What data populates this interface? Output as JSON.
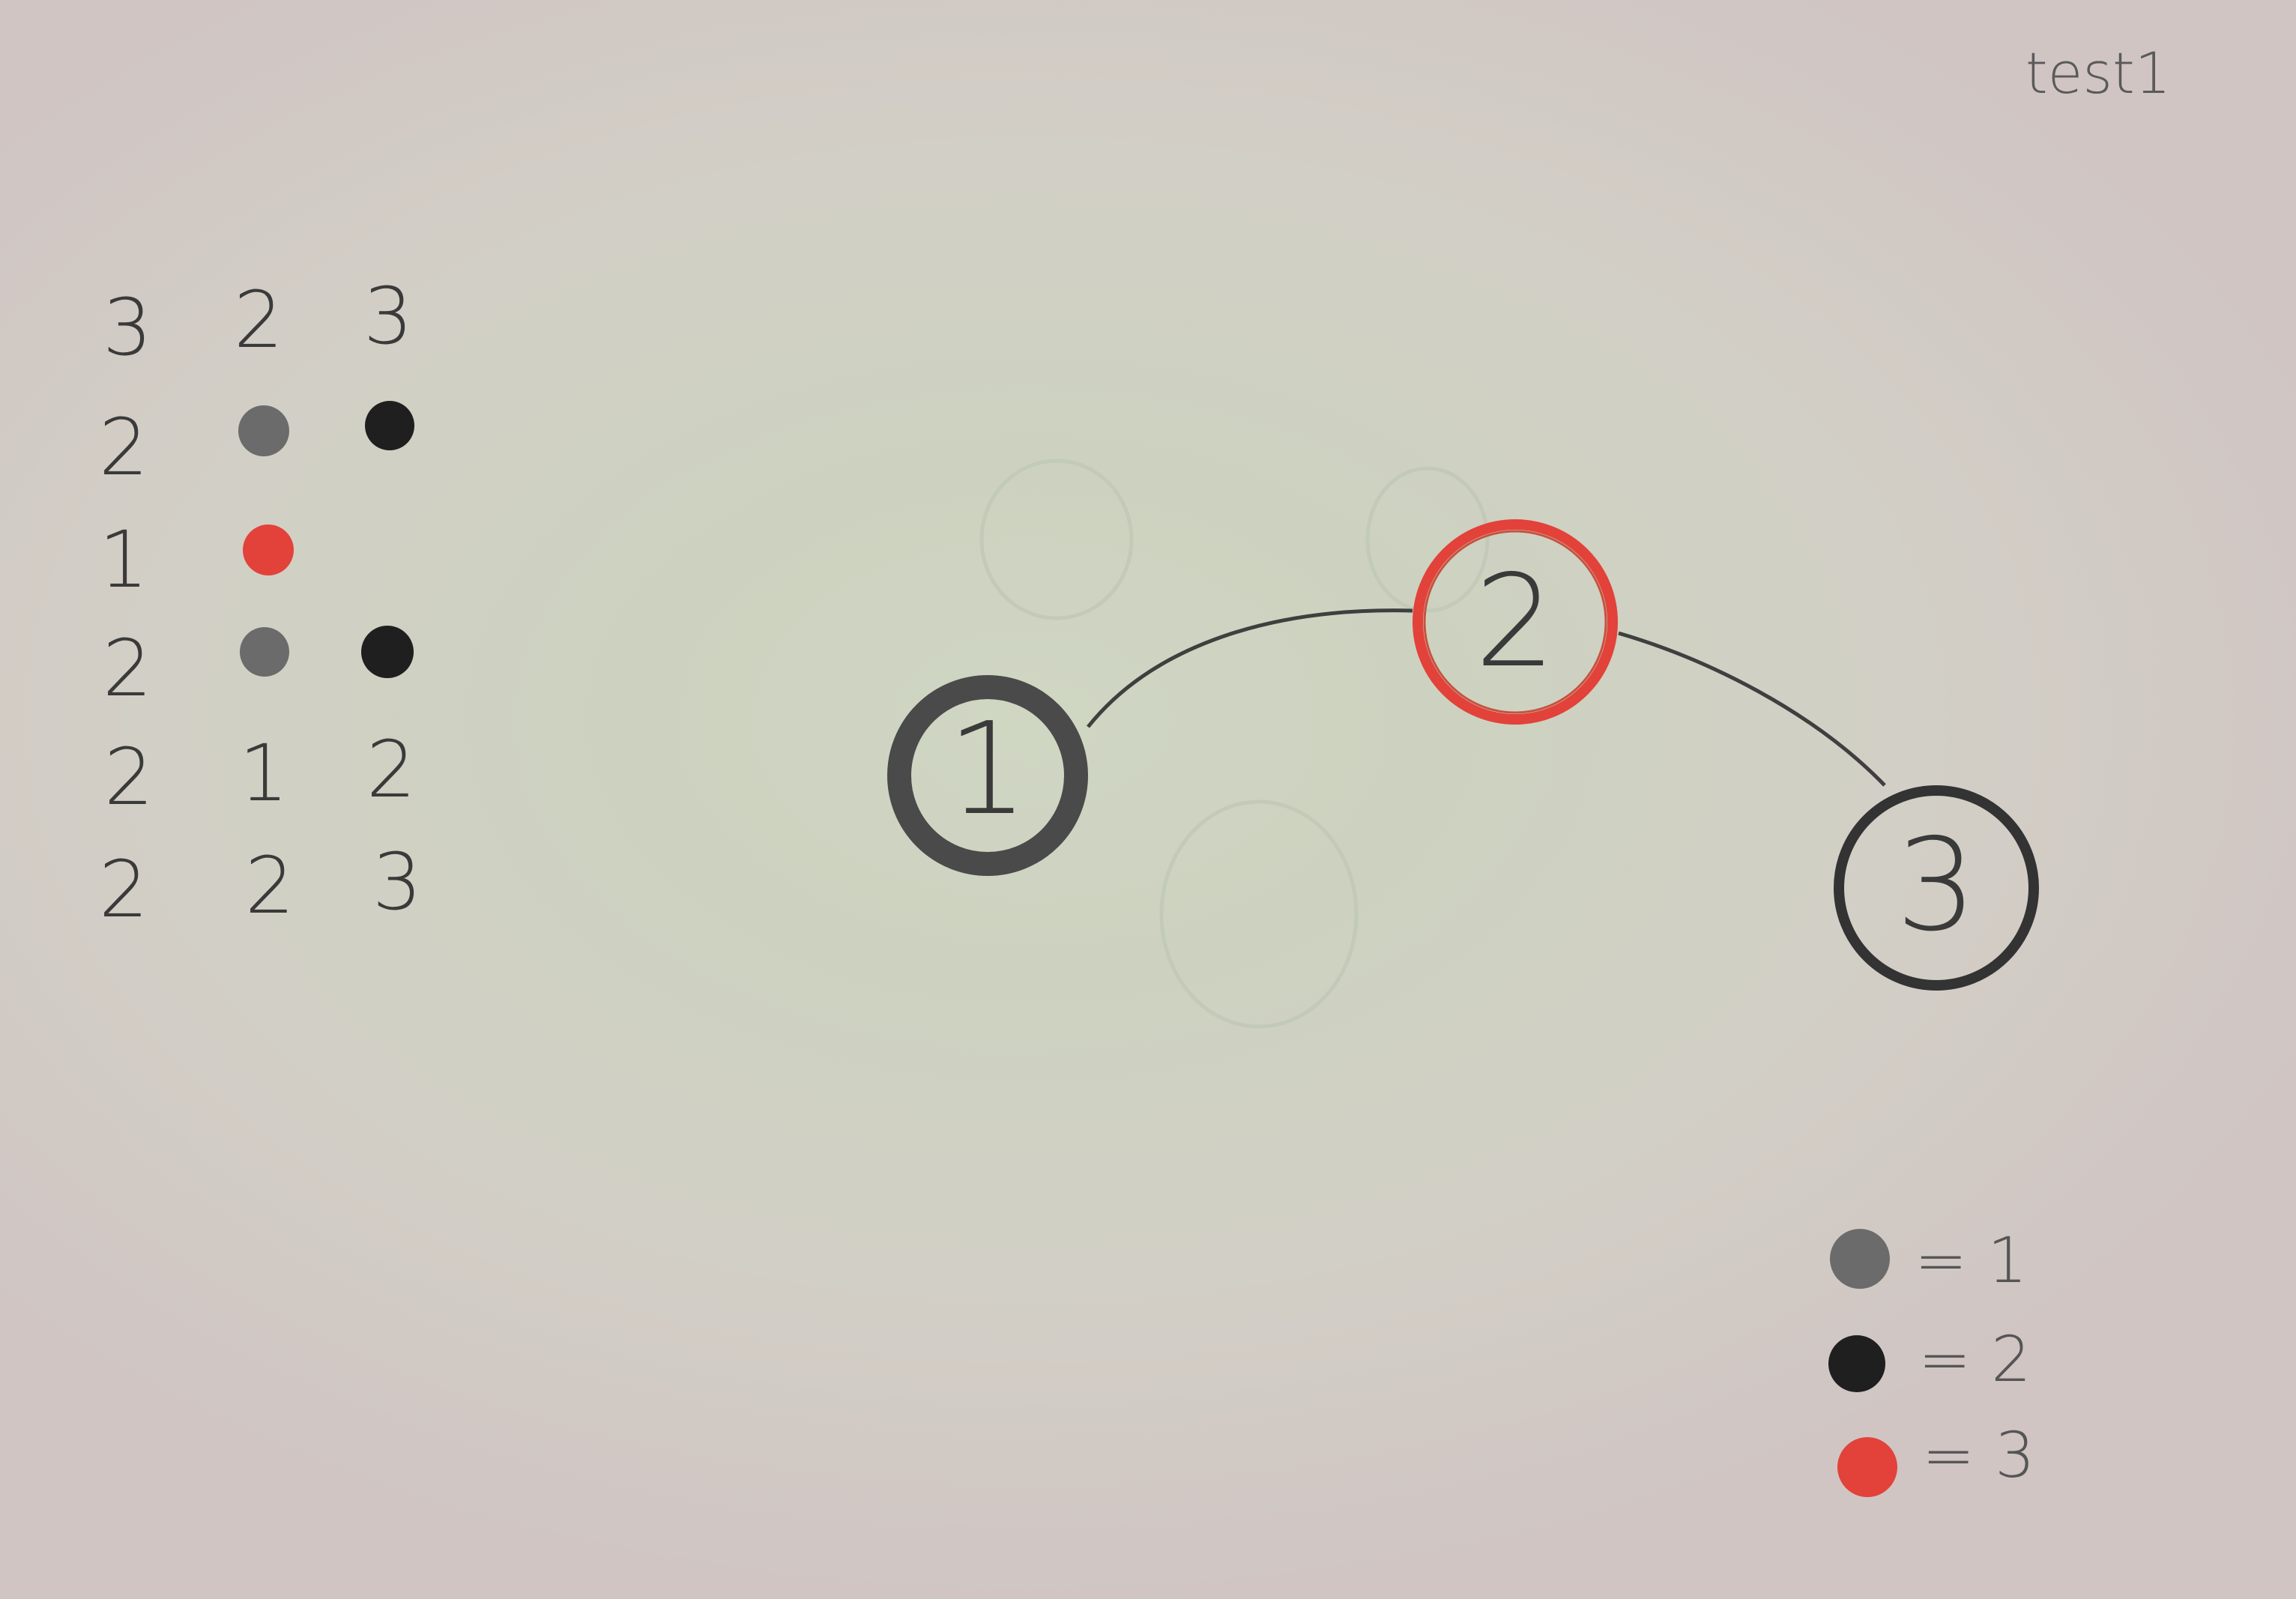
{
  "title": "test1",
  "colors": {
    "gray_dot": "#6b6b6b",
    "black_dot": "#1f1f1f",
    "red": "#e2423a",
    "pencil": "#3a3a3a"
  },
  "matrix": [
    [
      "3",
      "2",
      "3"
    ],
    [
      "2",
      "gray-dot",
      "black-dot"
    ],
    [
      "1",
      "red-dot",
      ""
    ],
    [
      "2",
      "gray-dot",
      "black-dot"
    ],
    [
      "2",
      "1",
      "2"
    ],
    [
      "2",
      "2",
      "3"
    ]
  ],
  "nodes": [
    {
      "label": "1",
      "style": "thick-gray"
    },
    {
      "label": "2",
      "style": "red"
    },
    {
      "label": "3",
      "style": "thick-black"
    }
  ],
  "edges": [
    [
      "1",
      "2"
    ],
    [
      "2",
      "3"
    ]
  ],
  "legend": [
    {
      "marker": "gray-dot",
      "text": "= 1"
    },
    {
      "marker": "black-dot",
      "text": "= 2"
    },
    {
      "marker": "red-dot",
      "text": "= 3"
    }
  ]
}
